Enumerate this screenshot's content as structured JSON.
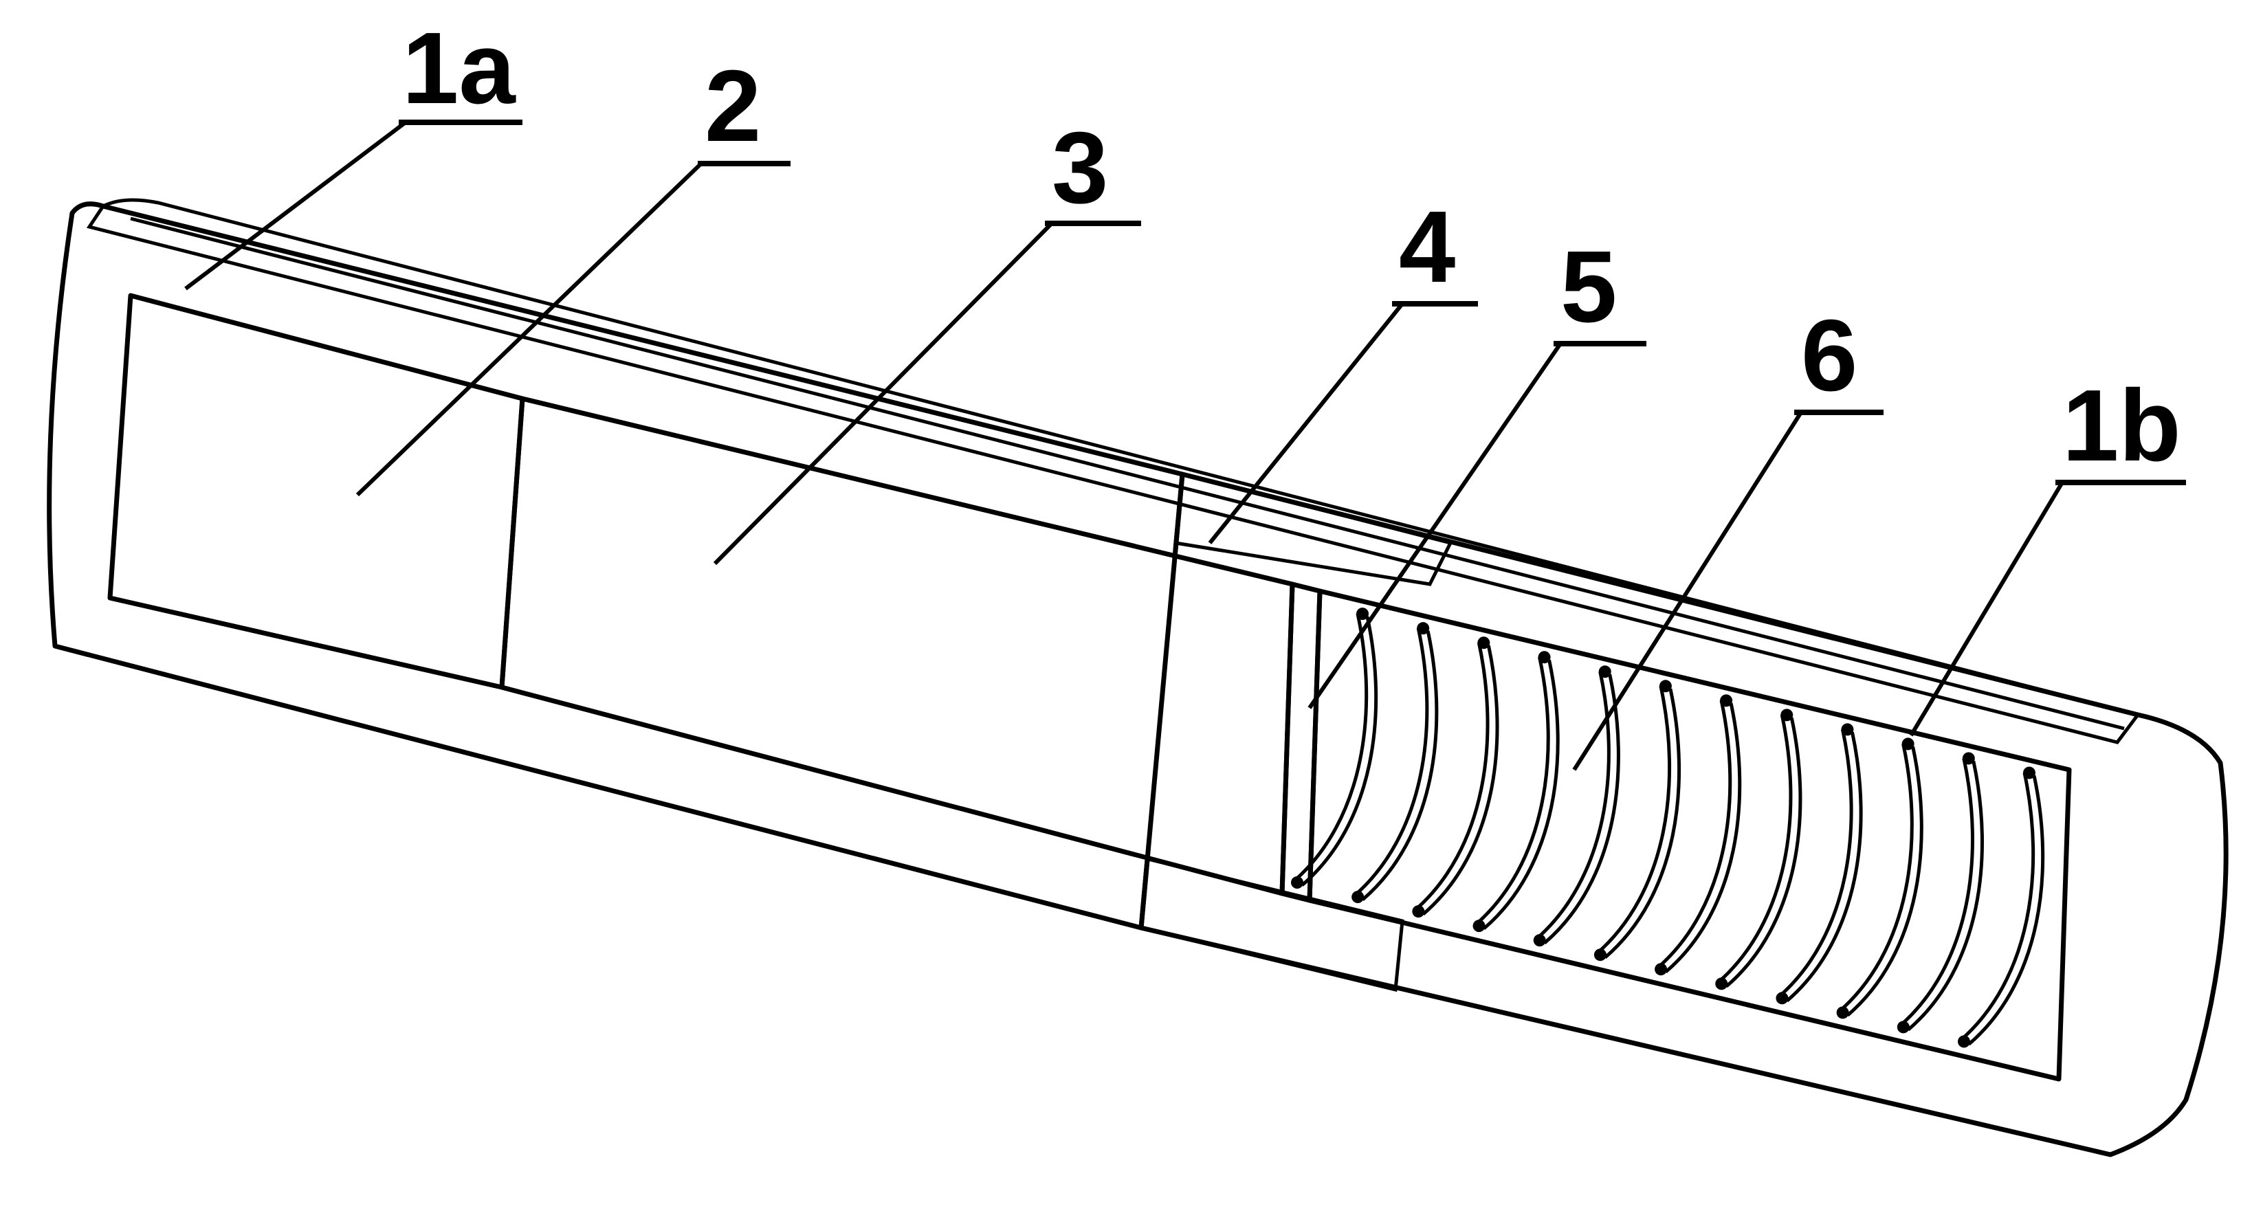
{
  "figure": {
    "callouts": [
      {
        "id": "1a",
        "label": "1a"
      },
      {
        "id": "2",
        "label": "2"
      },
      {
        "id": "3",
        "label": "3"
      },
      {
        "id": "4",
        "label": "4"
      },
      {
        "id": "5",
        "label": "5"
      },
      {
        "id": "6",
        "label": "6"
      },
      {
        "id": "1b",
        "label": "1b"
      }
    ],
    "coil_turns": 12
  }
}
